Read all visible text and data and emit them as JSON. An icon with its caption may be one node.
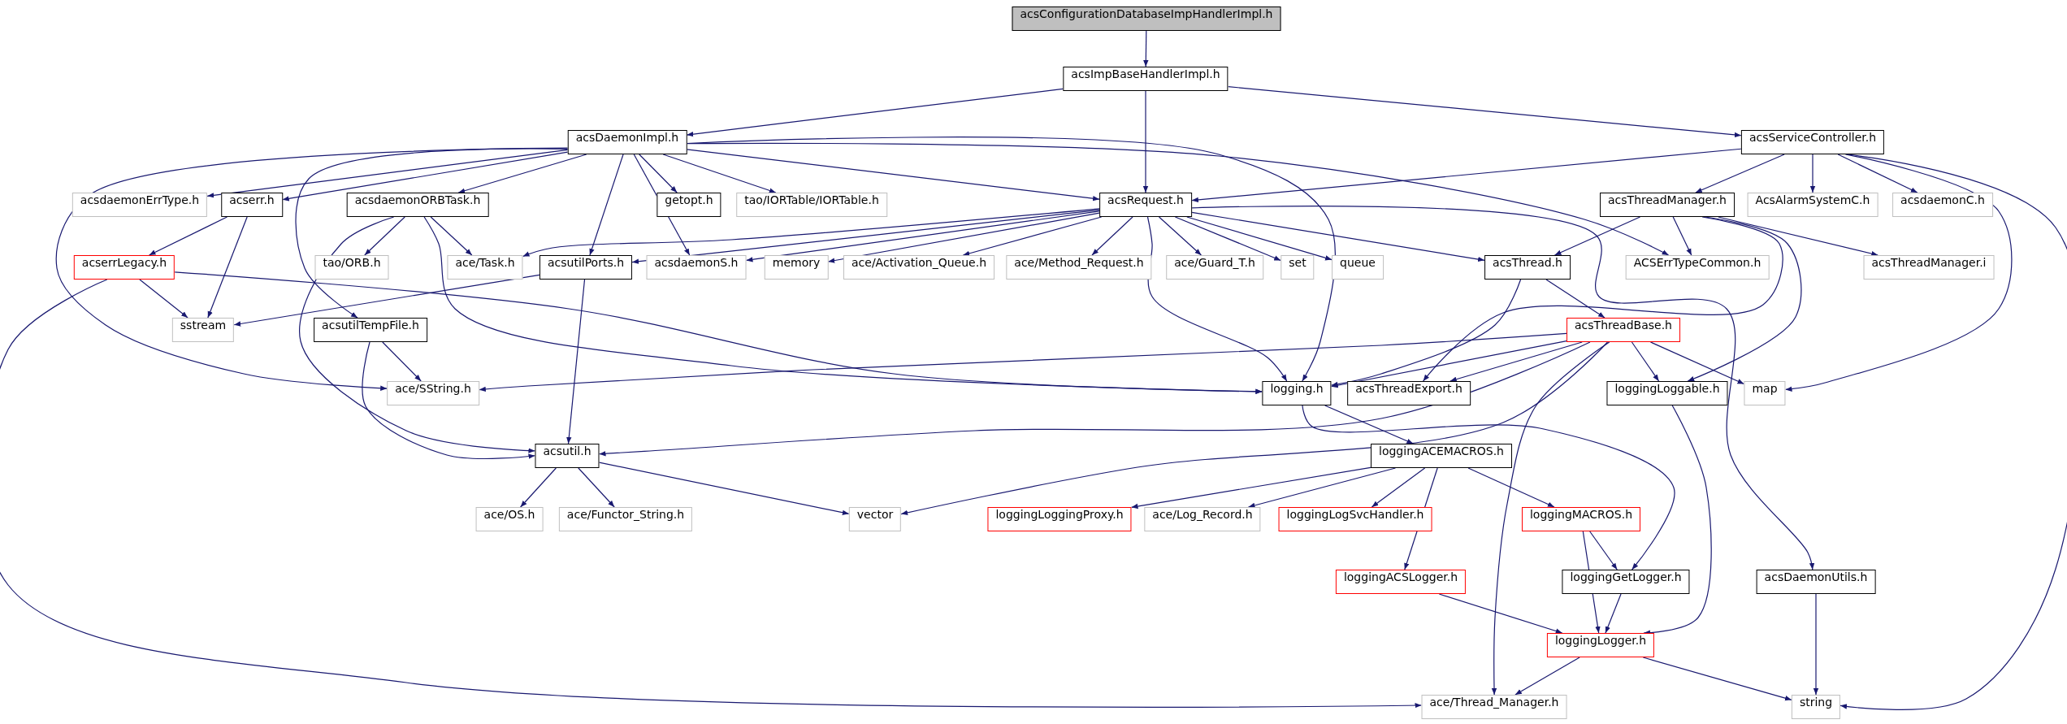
{
  "diagram": {
    "nodes": [
      {
        "text": [
          "acsConfigurationDatabaseImpHandlerImpl.h"
        ]
      },
      {
        "text": [
          "acsImpBaseHandlerImpl.h"
        ]
      },
      {
        "text": [
          "acsDaemonImpl.h"
        ]
      },
      {
        "text": [
          "acsServiceController.h"
        ]
      },
      {
        "text": [
          "acsdaemonErrType.h"
        ]
      },
      {
        "text": [
          "acserr.h"
        ]
      },
      {
        "text": [
          "acsdaemonORBTask.h"
        ]
      },
      {
        "text": [
          "getopt.h"
        ]
      },
      {
        "text": [
          "tao/IORTable/IORTable.h"
        ]
      },
      {
        "text": [
          "acsRequest.h"
        ]
      },
      {
        "text": [
          "acsThreadManager.h"
        ]
      },
      {
        "text": [
          "AcsAlarmSystemC.h"
        ]
      },
      {
        "text": [
          "acsdaemonC.h"
        ]
      },
      {
        "text": [
          "acserrLegacy.h"
        ]
      },
      {
        "text": [
          "tao/ORB.h"
        ]
      },
      {
        "text": [
          "ace/Task.h"
        ]
      },
      {
        "text": [
          "acsutilPorts.h"
        ]
      },
      {
        "text": [
          "acsdaemonS.h"
        ]
      },
      {
        "text": [
          "memory"
        ]
      },
      {
        "text": [
          "ace/Activation_Queue.h"
        ]
      },
      {
        "text": [
          "ace/Method_Request.h"
        ]
      },
      {
        "text": [
          "ace/Guard_T.h"
        ]
      },
      {
        "text": [
          "set"
        ]
      },
      {
        "text": [
          "queue"
        ]
      },
      {
        "text": [
          "acsThread.h"
        ]
      },
      {
        "text": [
          "ACSErrTypeCommon.h"
        ]
      },
      {
        "text": [
          "acsThreadManager.i"
        ]
      },
      {
        "text": [
          "sstream"
        ]
      },
      {
        "text": [
          "acsutilTempFile.h"
        ]
      },
      {
        "text": [
          "acsThreadBase.h"
        ]
      },
      {
        "text": [
          "ace/SString.h"
        ]
      },
      {
        "text": [
          "logging.h"
        ]
      },
      {
        "text": [
          "acsThreadExport.h"
        ]
      },
      {
        "text": [
          "loggingLoggable.h"
        ]
      },
      {
        "text": [
          "map"
        ]
      },
      {
        "text": [
          "acsutil.h"
        ]
      },
      {
        "text": [
          "loggingACEMACROS.h"
        ]
      },
      {
        "text": [
          "ace/OS.h"
        ]
      },
      {
        "text": [
          "ace/Functor_String.h"
        ]
      },
      {
        "text": [
          "vector"
        ]
      },
      {
        "text": [
          "loggingLoggingProxy.h"
        ]
      },
      {
        "text": [
          "ace/Log_Record.h"
        ]
      },
      {
        "text": [
          "loggingLogSvcHandler.h"
        ]
      },
      {
        "text": [
          "loggingMACROS.h"
        ]
      },
      {
        "text": [
          "loggingACSLogger.h"
        ]
      },
      {
        "text": [
          "loggingGetLogger.h"
        ]
      },
      {
        "text": [
          "acsDaemonUtils.h"
        ]
      },
      {
        "text": [
          "loggingLogger.h"
        ]
      },
      {
        "text": [
          "ace/Thread_Manager.h"
        ]
      },
      {
        "text": [
          "string"
        ]
      }
    ],
    "edges": [
      {
        "from": 0,
        "to": 1,
        "arrow": "to"
      },
      {
        "from": 1,
        "to": 2,
        "arrow": "to"
      },
      {
        "from": 1,
        "to": 9,
        "arrow": "to"
      },
      {
        "from": 1,
        "to": 3,
        "arrow": "to"
      },
      {
        "from": 2,
        "to": 4,
        "arrow": "to"
      },
      {
        "from": 2,
        "to": 5,
        "arrow": "to"
      },
      {
        "from": 2,
        "to": 6,
        "arrow": "to"
      },
      {
        "from": 2,
        "to": 7,
        "arrow": "to"
      },
      {
        "from": 2,
        "to": 8,
        "arrow": "to"
      },
      {
        "from": 2,
        "to": 9,
        "arrow": "to"
      },
      {
        "from": 2,
        "to": 16,
        "arrow": "to"
      },
      {
        "from": 2,
        "to": 17,
        "arrow": "to"
      },
      {
        "from": 2,
        "to": 30,
        "arrow": "to"
      },
      {
        "from": 2,
        "to": 28,
        "arrow": "to"
      },
      {
        "from": 2,
        "to": 31,
        "arrow": "to"
      },
      {
        "from": 2,
        "to": 25,
        "arrow": "to"
      },
      {
        "from": 5,
        "to": 13,
        "arrow": "to"
      },
      {
        "from": 5,
        "to": 27,
        "arrow": "to"
      },
      {
        "from": 6,
        "to": 14,
        "arrow": "to"
      },
      {
        "from": 6,
        "to": 15,
        "arrow": "to"
      },
      {
        "from": 6,
        "to": 35,
        "arrow": "to"
      },
      {
        "from": 6,
        "to": 31,
        "arrow": "to"
      },
      {
        "from": 13,
        "to": 27,
        "arrow": "to"
      },
      {
        "from": 13,
        "to": 48,
        "arrow": "to"
      },
      {
        "from": 13,
        "to": 31,
        "arrow": "to"
      },
      {
        "from": 16,
        "to": 27,
        "arrow": "to"
      },
      {
        "from": 16,
        "to": 35,
        "arrow": "to"
      },
      {
        "from": 28,
        "to": 30,
        "arrow": "to"
      },
      {
        "from": 28,
        "to": 35,
        "arrow": "to"
      },
      {
        "from": 9,
        "to": 15,
        "arrow": "to"
      },
      {
        "from": 9,
        "to": 16,
        "arrow": "to"
      },
      {
        "from": 9,
        "to": 17,
        "arrow": "to"
      },
      {
        "from": 9,
        "to": 18,
        "arrow": "to"
      },
      {
        "from": 9,
        "to": 19,
        "arrow": "to"
      },
      {
        "from": 9,
        "to": 20,
        "arrow": "to"
      },
      {
        "from": 9,
        "to": 21,
        "arrow": "to"
      },
      {
        "from": 9,
        "to": 22,
        "arrow": "to"
      },
      {
        "from": 9,
        "to": 23,
        "arrow": "to"
      },
      {
        "from": 9,
        "to": 24,
        "arrow": "to"
      },
      {
        "from": 9,
        "to": 31,
        "arrow": "to"
      },
      {
        "from": 9,
        "to": 46,
        "arrow": "to"
      },
      {
        "from": 3,
        "to": 9,
        "arrow": "to"
      },
      {
        "from": 3,
        "to": 10,
        "arrow": "to"
      },
      {
        "from": 3,
        "to": 11,
        "arrow": "to"
      },
      {
        "from": 3,
        "to": 12,
        "arrow": "to"
      },
      {
        "from": 3,
        "to": 34,
        "arrow": "to"
      },
      {
        "from": 3,
        "to": 49,
        "arrow": "to"
      },
      {
        "from": 10,
        "to": 24,
        "arrow": "to"
      },
      {
        "from": 10,
        "to": 25,
        "arrow": "to"
      },
      {
        "from": 10,
        "to": 26,
        "arrow": "to"
      },
      {
        "from": 10,
        "to": 33,
        "arrow": "to"
      },
      {
        "from": 10,
        "to": 32,
        "arrow": "to"
      },
      {
        "from": 24,
        "to": 29,
        "arrow": "to"
      },
      {
        "from": 24,
        "to": 31,
        "arrow": "to"
      },
      {
        "from": 29,
        "to": 30,
        "arrow": "to"
      },
      {
        "from": 29,
        "to": 31,
        "arrow": "to"
      },
      {
        "from": 29,
        "to": 32,
        "arrow": "to"
      },
      {
        "from": 29,
        "to": 33,
        "arrow": "to"
      },
      {
        "from": 29,
        "to": 34,
        "arrow": "to"
      },
      {
        "from": 29,
        "to": 35,
        "arrow": "to"
      },
      {
        "from": 29,
        "to": 39,
        "arrow": "to"
      },
      {
        "from": 29,
        "to": 48,
        "arrow": "to"
      },
      {
        "from": 31,
        "to": 36,
        "arrow": "to"
      },
      {
        "from": 31,
        "to": 45,
        "arrow": "to"
      },
      {
        "from": 35,
        "to": 37,
        "arrow": "to"
      },
      {
        "from": 35,
        "to": 38,
        "arrow": "to"
      },
      {
        "from": 35,
        "to": 39,
        "arrow": "to"
      },
      {
        "from": 36,
        "to": 40,
        "arrow": "to"
      },
      {
        "from": 36,
        "to": 41,
        "arrow": "to"
      },
      {
        "from": 36,
        "to": 42,
        "arrow": "to"
      },
      {
        "from": 36,
        "to": 43,
        "arrow": "to"
      },
      {
        "from": 36,
        "to": 44,
        "arrow": "to"
      },
      {
        "from": 43,
        "to": 45,
        "arrow": "to"
      },
      {
        "from": 43,
        "to": 47,
        "arrow": "to"
      },
      {
        "from": 44,
        "to": 47,
        "arrow": "to"
      },
      {
        "from": 45,
        "to": 47,
        "arrow": "to"
      },
      {
        "from": 33,
        "to": 47,
        "arrow": "to"
      },
      {
        "from": 47,
        "to": 48,
        "arrow": "to"
      },
      {
        "from": 47,
        "to": 49,
        "arrow": "to"
      },
      {
        "from": 46,
        "to": 49,
        "arrow": "to"
      }
    ]
  }
}
